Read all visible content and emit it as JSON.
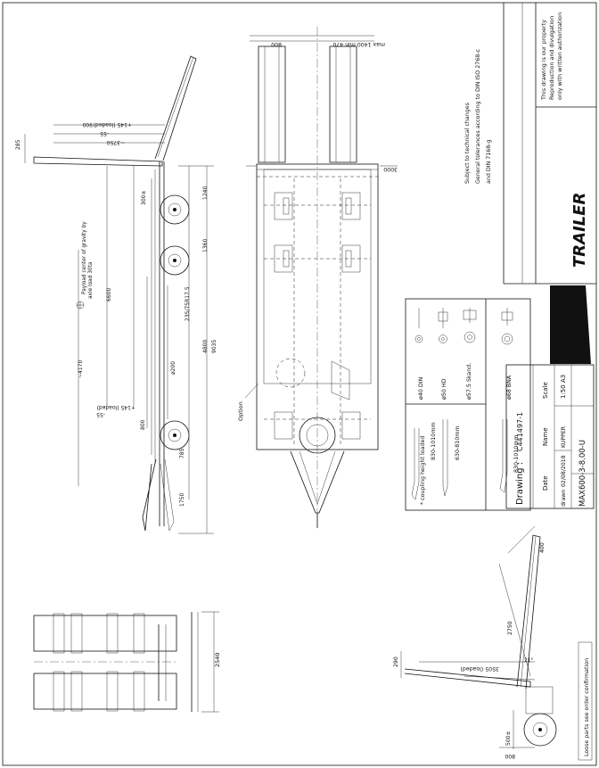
{
  "notes": {
    "property_1": "This drawing is our property",
    "property_2": "Reproduction and divulgation",
    "property_3": "only with written authorization",
    "subject": "Subject to technical changes",
    "tol_1": "General tolerances according to DIN ISO 2768-c",
    "tol_2": "and DIN 7168-g",
    "loose_parts": "Loose parts see order confirmation",
    "option": "Option"
  },
  "logo": {
    "max": "MAX",
    "trailer": "TRAILER"
  },
  "title_block": {
    "drawing_label": "Drawing :",
    "drawing_no": "C441497-1",
    "date_label": "Date",
    "name_label": "Name",
    "scale_label": "Scale",
    "scale_value": "1:50 A3",
    "drawn_label": "drawn",
    "drawn_date": "02/08/2018",
    "drawn_name": "KUPPER",
    "model": "MAX600-3-8.00-U"
  },
  "coupling": {
    "title": "* coupling height loaded",
    "h1": "830-1010mm",
    "h2": "630-810mm",
    "h3": "830-1010mm",
    "eye1": "ø40 DIN",
    "eye2": "ø50 HD",
    "eye3": "ø57.5 Skand.",
    "eye4": "ø68 BNA"
  },
  "side_dims": {
    "d285": "285",
    "d900": "900",
    "d145a": "+145 (loaded)",
    "d55a": "-55",
    "d3750": "~3750",
    "d300a": "300±",
    "d1240": "1240",
    "d1360": "1360",
    "d6600": "6600",
    "d4800": "4800",
    "d9035": "9035",
    "tyre": "235/75R17.5",
    "cog_1": "Payload center of gravity by",
    "cog_2": "axle load 30ta",
    "d4170": "~4170",
    "d145b": "+145 (loaded)",
    "d55b": "-55",
    "d800": "800",
    "d785": "785",
    "d1750": "1750",
    "d200": "ø200"
  },
  "plan_dims": {
    "d800": "800",
    "d1400": "max 1400 min 470",
    "d3000": "3000"
  },
  "rear_dims": {
    "d2540": "2540"
  },
  "ramp_dims": {
    "d400": "400",
    "d2750": "2750",
    "d3505": "3505 (loaded)",
    "d290": "290",
    "d21": "21°",
    "d500": "500±",
    "d800": "800"
  }
}
